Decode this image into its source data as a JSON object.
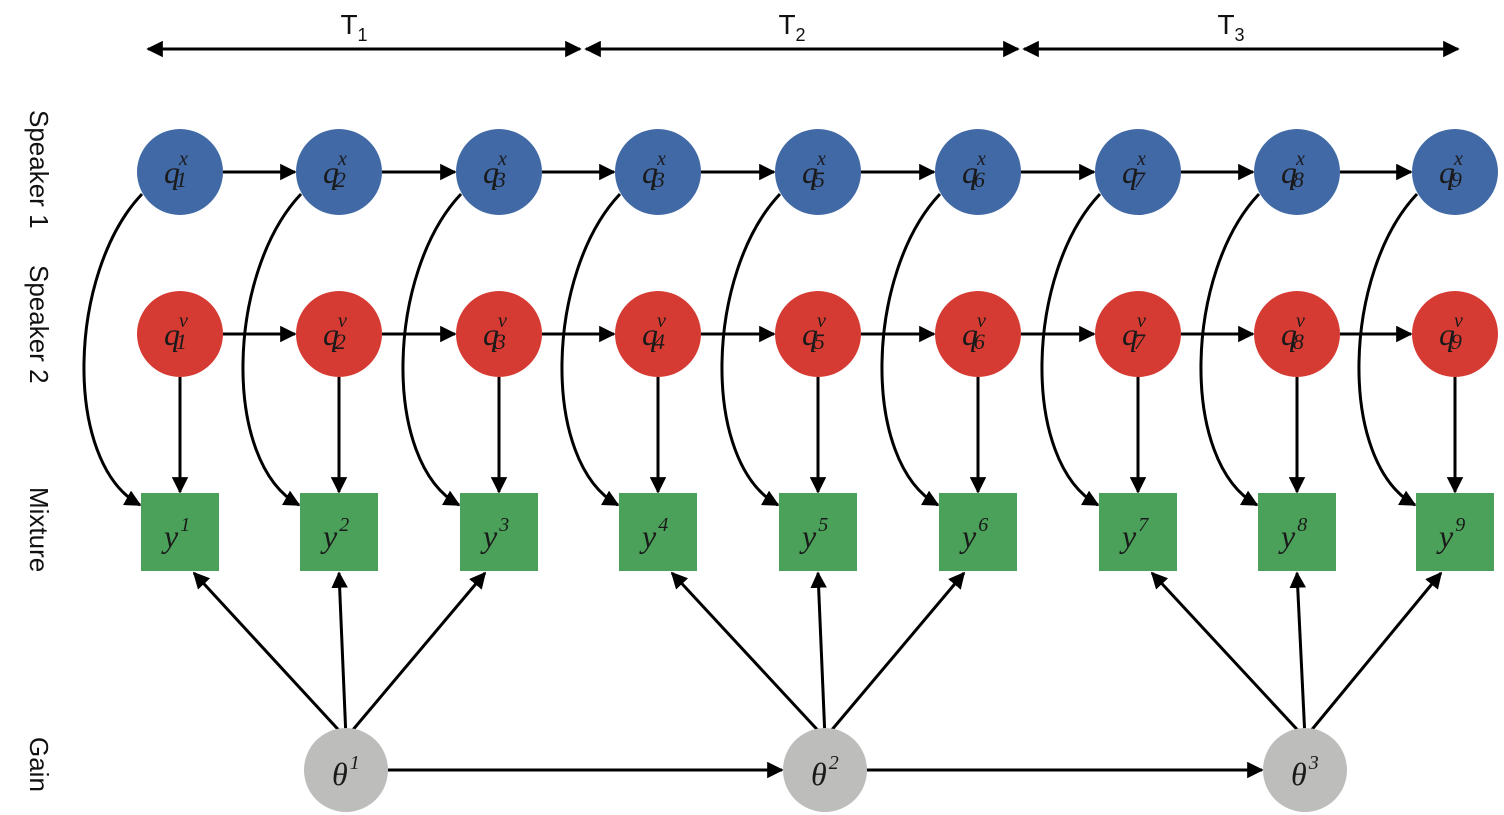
{
  "periods": [
    {
      "label": "T",
      "sub": "1"
    },
    {
      "label": "T",
      "sub": "2"
    },
    {
      "label": "T",
      "sub": "3"
    }
  ],
  "row_labels": {
    "speaker1": "Speaker 1",
    "speaker2": "Speaker 2",
    "mixture": "Mixture",
    "gain": "Gain"
  },
  "speaker1_nodes": [
    {
      "base": "q",
      "sub": "1",
      "sup": "x"
    },
    {
      "base": "q",
      "sub": "2",
      "sup": "x"
    },
    {
      "base": "q",
      "sub": "3",
      "sup": "x"
    },
    {
      "base": "q",
      "sub": "3",
      "sup": "x"
    },
    {
      "base": "q",
      "sub": "5",
      "sup": "x"
    },
    {
      "base": "q",
      "sub": "6",
      "sup": "x"
    },
    {
      "base": "q",
      "sub": "7",
      "sup": "x"
    },
    {
      "base": "q",
      "sub": "8",
      "sup": "x"
    },
    {
      "base": "q",
      "sub": "9",
      "sup": "x"
    }
  ],
  "speaker2_nodes": [
    {
      "base": "q",
      "sub": "1",
      "sup": "v"
    },
    {
      "base": "q",
      "sub": "2",
      "sup": "v"
    },
    {
      "base": "q",
      "sub": "3",
      "sup": "v"
    },
    {
      "base": "q",
      "sub": "4",
      "sup": "v"
    },
    {
      "base": "q",
      "sub": "5",
      "sup": "v"
    },
    {
      "base": "q",
      "sub": "6",
      "sup": "v"
    },
    {
      "base": "q",
      "sub": "7",
      "sup": "v"
    },
    {
      "base": "q",
      "sub": "8",
      "sup": "v"
    },
    {
      "base": "q",
      "sub": "9",
      "sup": "v"
    }
  ],
  "mixture_nodes": [
    {
      "base": "y",
      "sup": "1"
    },
    {
      "base": "y",
      "sup": "2"
    },
    {
      "base": "y",
      "sup": "3"
    },
    {
      "base": "y",
      "sup": "4"
    },
    {
      "base": "y",
      "sup": "5"
    },
    {
      "base": "y",
      "sup": "6"
    },
    {
      "base": "y",
      "sup": "7"
    },
    {
      "base": "y",
      "sup": "8"
    },
    {
      "base": "y",
      "sup": "9"
    }
  ],
  "gain_nodes": [
    {
      "base": "θ",
      "sup": "1"
    },
    {
      "base": "θ",
      "sup": "2"
    },
    {
      "base": "θ",
      "sup": "3"
    }
  ],
  "colors": {
    "speaker1": "#4169a6",
    "speaker2": "#d63b33",
    "mixture": "#4ba15a",
    "gain": "#bdbdbb",
    "edge": "#000000"
  }
}
